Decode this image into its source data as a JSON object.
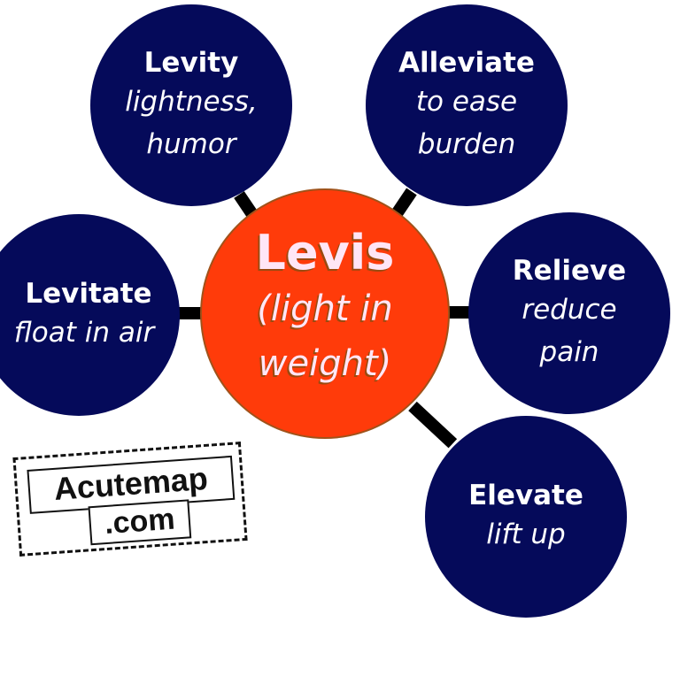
{
  "colors": {
    "node_fill": "#050a5a",
    "center_fill": "#ff3b0a",
    "connector": "#000000",
    "center_text": "#ffe6f6"
  },
  "center": {
    "term": "Levis",
    "meaning": "(light in\nweight)"
  },
  "nodes": [
    {
      "id": "levity",
      "term": "Levity",
      "meaning": "lightness,\nhumor"
    },
    {
      "id": "alleviate",
      "term": "Alleviate",
      "meaning": "to ease\nburden"
    },
    {
      "id": "levitate",
      "term": "Levitate",
      "meaning": "float in air"
    },
    {
      "id": "relieve",
      "term": "Relieve",
      "meaning": "reduce\npain"
    },
    {
      "id": "elevate",
      "term": "Elevate",
      "meaning": "lift up"
    }
  ],
  "logo": {
    "line1": "Acutemap",
    "line2": ".com"
  }
}
